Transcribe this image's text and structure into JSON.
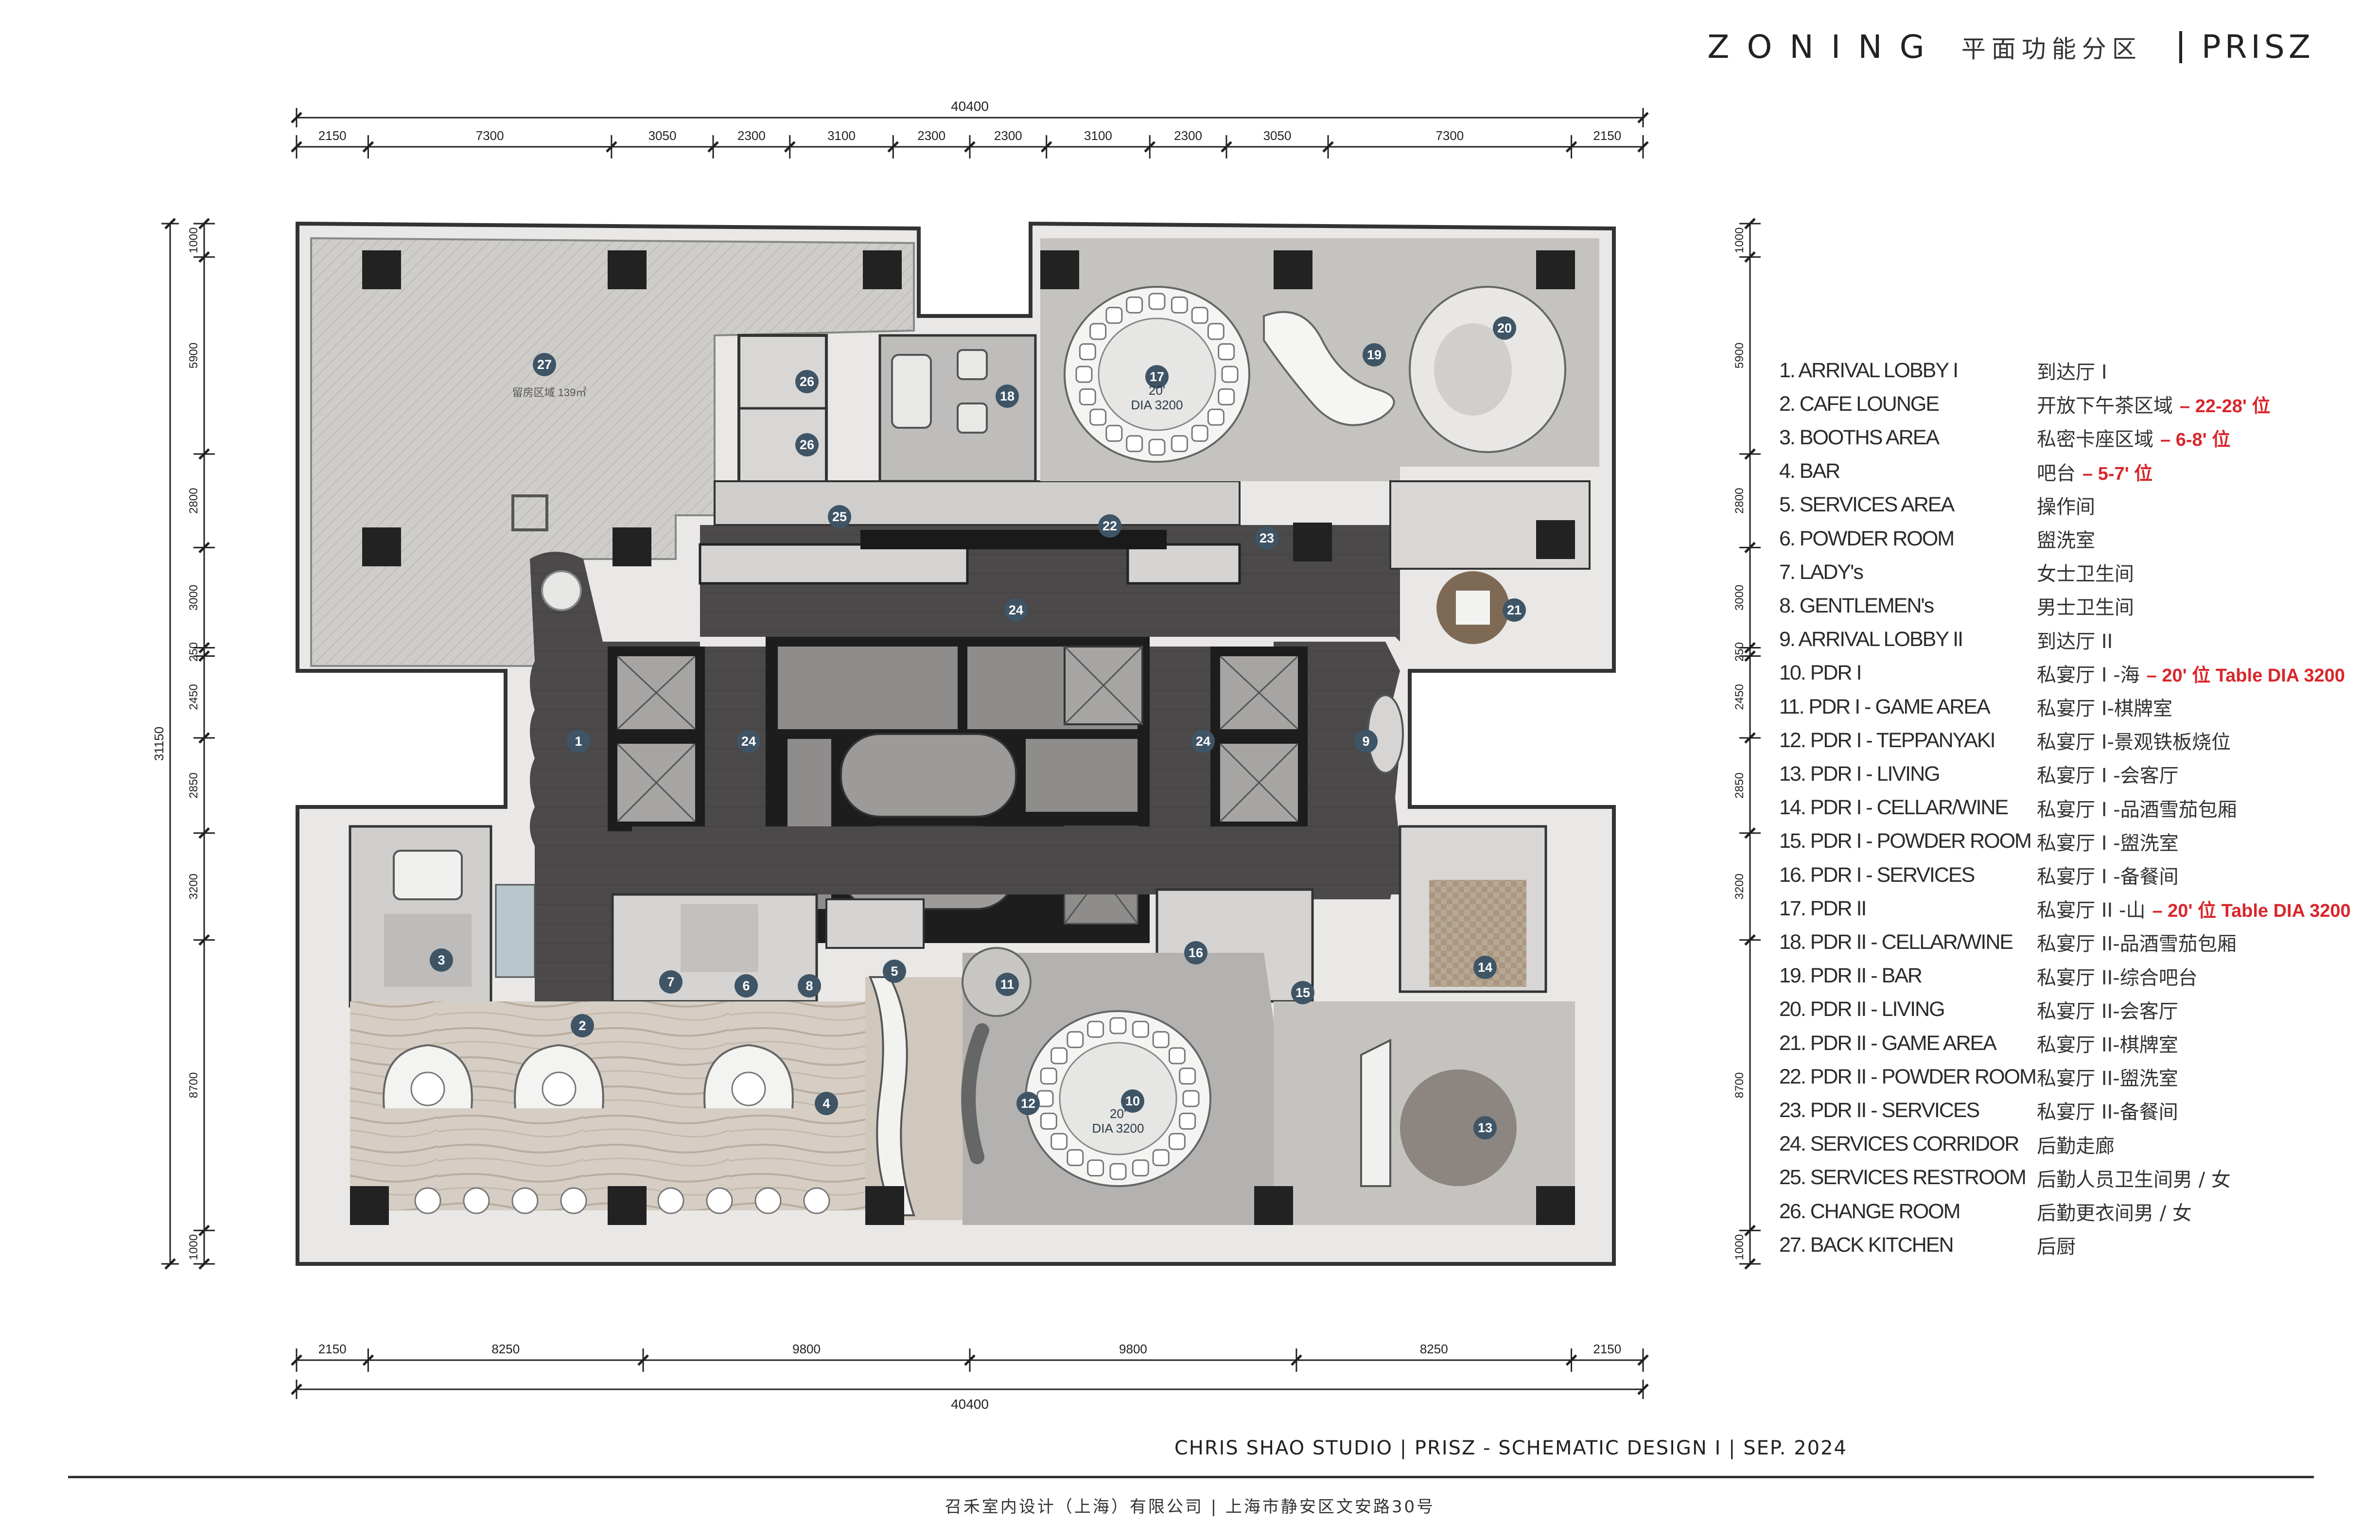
{
  "header": {
    "title_en": "ZONING",
    "title_cn": "平面功能分区",
    "brand": "PRISZ"
  },
  "dimensions": {
    "top_total": "40400",
    "top_segments": [
      "2150",
      "7300",
      "3050",
      "2300",
      "3100",
      "2300",
      "2300",
      "3100",
      "2300",
      "3050",
      "7300",
      "2150"
    ],
    "bottom_total": "40400",
    "bottom_segments": [
      "2150",
      "8250",
      "9800",
      "9800",
      "8250",
      "2150"
    ],
    "left_total": "31150",
    "left_segments": [
      "1000",
      "5900",
      "2800",
      "3000",
      "250",
      "2450",
      "2850",
      "3200",
      "8700",
      "1000"
    ],
    "right_segments": [
      "1000",
      "5900",
      "2800",
      "3000",
      "250",
      "2450",
      "2850",
      "3200",
      "8700",
      "1000"
    ]
  },
  "plan": {
    "round_table_10": {
      "num": "10",
      "size": "20'",
      "dia": "DIA 3200"
    },
    "round_table_17": {
      "num": "17",
      "size": "20'",
      "dia": "DIA 3200"
    },
    "kitchen_area_label": "留房区域 139㎡",
    "markers": [
      "1",
      "2",
      "3",
      "4",
      "5",
      "6",
      "7",
      "8",
      "9",
      "10",
      "11",
      "12",
      "13",
      "14",
      "15",
      "16",
      "17",
      "18",
      "19",
      "20",
      "21",
      "22",
      "23",
      "24",
      "24",
      "24",
      "25",
      "26",
      "26",
      "27"
    ]
  },
  "legend": [
    {
      "en": "1.  ARRIVAL LOBBY I",
      "cn": "到达厅 I",
      "red": ""
    },
    {
      "en": "2.  CAFE LOUNGE",
      "cn": "开放下午茶区域",
      "red": "– 22-28' 位"
    },
    {
      "en": "3.  BOOTHS AREA",
      "cn": "私密卡座区域",
      "red": "– 6-8' 位"
    },
    {
      "en": "4.  BAR",
      "cn": "吧台",
      "red": "– 5-7' 位"
    },
    {
      "en": "5.  SERVICES AREA",
      "cn": "操作间",
      "red": ""
    },
    {
      "en": "6.  POWDER ROOM",
      "cn": "盥洗室",
      "red": ""
    },
    {
      "en": "7.  LADY's",
      "cn": "女士卫生间",
      "red": ""
    },
    {
      "en": "8.  GENTLEMEN's",
      "cn": "男士卫生间",
      "red": ""
    },
    {
      "en": "9.  ARRIVAL LOBBY II",
      "cn": "到达厅 II",
      "red": ""
    },
    {
      "en": "10.  PDR I",
      "cn": "私宴厅 I -海",
      "red": "– 20' 位 Table DIA 3200"
    },
    {
      "en": "11.  PDR I - GAME AREA",
      "cn": "私宴厅 I-棋牌室",
      "red": ""
    },
    {
      "en": "12.  PDR I - TEPPANYAKI",
      "cn": "私宴厅 I-景观铁板烧位",
      "red": ""
    },
    {
      "en": "13.  PDR I - LIVING",
      "cn": "私宴厅 I -会客厅",
      "red": ""
    },
    {
      "en": "14.  PDR I - CELLAR/WINE",
      "cn": "私宴厅 I -品酒雪茄包厢",
      "red": ""
    },
    {
      "en": "15.  PDR I - POWDER ROOM",
      "cn": "私宴厅 I -盥洗室",
      "red": ""
    },
    {
      "en": "16.  PDR I - SERVICES",
      "cn": "私宴厅 I -备餐间",
      "red": ""
    },
    {
      "en": "17.  PDR II",
      "cn": "私宴厅 II -山",
      "red": "– 20' 位 Table DIA 3200"
    },
    {
      "en": "18.  PDR II - CELLAR/WINE",
      "cn": "私宴厅 II-品酒雪茄包厢",
      "red": ""
    },
    {
      "en": "19.  PDR II - BAR",
      "cn": "私宴厅 II-综合吧台",
      "red": ""
    },
    {
      "en": "20.  PDR II - LIVING",
      "cn": "私宴厅 II-会客厅",
      "red": ""
    },
    {
      "en": "21.  PDR II - GAME AREA",
      "cn": "私宴厅 II-棋牌室",
      "red": ""
    },
    {
      "en": "22. PDR II - POWDER ROOM",
      "cn": "私宴厅 II-盥洗室",
      "red": ""
    },
    {
      "en": "23.  PDR II - SERVICES",
      "cn": "私宴厅 II-备餐间",
      "red": ""
    },
    {
      "en": "24.  SERVICES CORRIDOR",
      "cn": "后勤走廊",
      "red": ""
    },
    {
      "en": "25.  SERVICES RESTROOM",
      "cn": "后勤人员卫生间男 / 女",
      "red": ""
    },
    {
      "en": "26.  CHANGE ROOM",
      "cn": "后勤更衣间男 / 女",
      "red": ""
    },
    {
      "en": "27.  BACK KITCHEN",
      "cn": "后厨",
      "red": ""
    }
  ],
  "footer": {
    "studio_line": "CHRIS SHAO STUDIO   | PRISZ - SCHEMATIC DESIGN I  | SEP. 2024",
    "company_line": "召禾室内设计（上海）有限公司     | 上海市静安区文安路30号"
  },
  "colors": {
    "wall": "#1a1a1a",
    "corridor": "#4a4849",
    "floor_light": "#c9c7c4",
    "floor_mid": "#a9a7a5",
    "marble": "#d4ccc2",
    "marker": "#3f5566",
    "legend_red": "#d9262b"
  }
}
